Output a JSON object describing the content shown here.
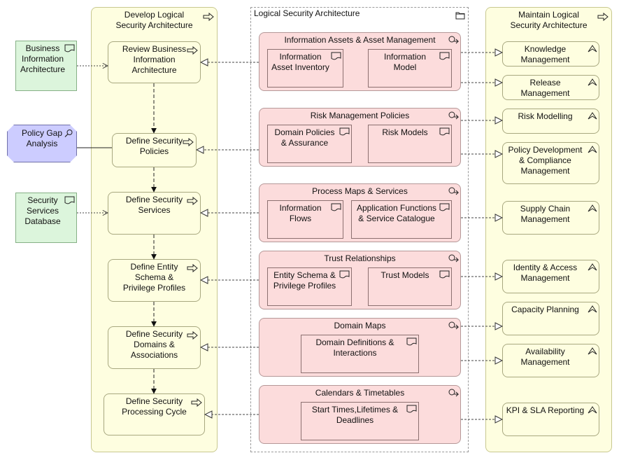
{
  "lanes": {
    "develop": "Develop Logical Security Architecture",
    "center": "Logical Security Architecture",
    "maintain": "Maintain Logical Security Architecture"
  },
  "processes": [
    "Review Business Information Architecture",
    "Define Security Policies",
    "Define Security Services",
    "Define Entity Schema & Privilege Profiles",
    "Define Security Domains & Associations",
    "Define Security Processing Cycle"
  ],
  "artifacts": [
    "Business Information Architecture",
    "Security Services Database"
  ],
  "assessment": "Policy Gap Analysis",
  "groups": [
    {
      "title": "Information Assets & Asset Management",
      "items": [
        "Information Asset Inventory",
        "Information Model"
      ]
    },
    {
      "title": "Risk Management Policies",
      "items": [
        "Domain Policies & Assurance",
        "Risk Models"
      ]
    },
    {
      "title": "Process Maps & Services",
      "items": [
        "Information Flows",
        "Application Functions & Service Catalogue"
      ]
    },
    {
      "title": "Trust Relationships",
      "items": [
        "Entity Schema & Privilege Profiles",
        "Trust Models"
      ]
    },
    {
      "title": "Domain Maps",
      "items": [
        "Domain Definitions & Interactions"
      ]
    },
    {
      "title": "Calendars & Timetables",
      "items": [
        "Start Times,Lifetimes & Deadlines"
      ]
    }
  ],
  "services": [
    "Knowledge Management",
    "Release Management",
    "Risk Modelling",
    "Policy Development & Compliance Management",
    "Supply Chain Management",
    "Identity & Access Management",
    "Capacity Planning",
    "Availability Management",
    "KPI & SLA Reporting"
  ]
}
